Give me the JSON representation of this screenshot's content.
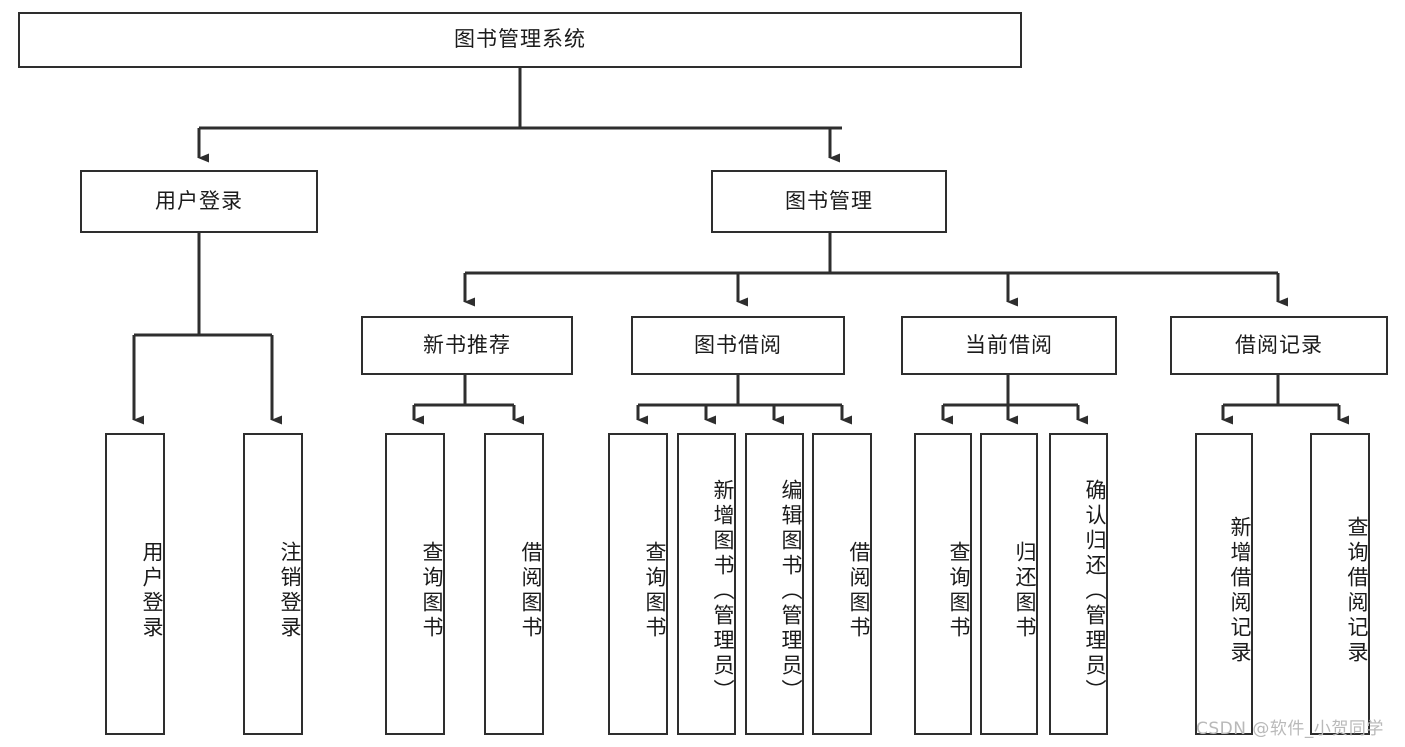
{
  "diagram": {
    "type": "tree",
    "title": "图书管理系统",
    "levels": {
      "root": {
        "label": "图书管理系统"
      },
      "level2": [
        {
          "label": "用户登录"
        },
        {
          "label": "图书管理"
        }
      ],
      "level3": [
        {
          "label": "新书推荐"
        },
        {
          "label": "图书借阅"
        },
        {
          "label": "当前借阅"
        },
        {
          "label": "借阅记录"
        }
      ],
      "leaves": [
        {
          "label": "用户登录",
          "parent": "用户登录"
        },
        {
          "label": "注销登录",
          "parent": "用户登录"
        },
        {
          "label": "查询图书",
          "parent": "新书推荐"
        },
        {
          "label": "借阅图书",
          "parent": "新书推荐"
        },
        {
          "label": "查询图书",
          "parent": "图书借阅"
        },
        {
          "label": "新增图书（管理员）",
          "parent": "图书借阅"
        },
        {
          "label": "编辑图书（管理员）",
          "parent": "图书借阅"
        },
        {
          "label": "借阅图书",
          "parent": "图书借阅"
        },
        {
          "label": "查询图书",
          "parent": "当前借阅"
        },
        {
          "label": "归还图书",
          "parent": "当前借阅"
        },
        {
          "label": "确认归还（管理员）",
          "parent": "当前借阅"
        },
        {
          "label": "新增借阅记录",
          "parent": "借阅记录"
        },
        {
          "label": "查询借阅记录",
          "parent": "借阅记录"
        }
      ]
    },
    "colors": {
      "stroke": "#2e2e2e",
      "background": "#ffffff",
      "text": "#1b1b1b",
      "watermark": "#b9b9b9"
    }
  },
  "watermark": {
    "text": "CSDN @软件_小贺同学"
  }
}
